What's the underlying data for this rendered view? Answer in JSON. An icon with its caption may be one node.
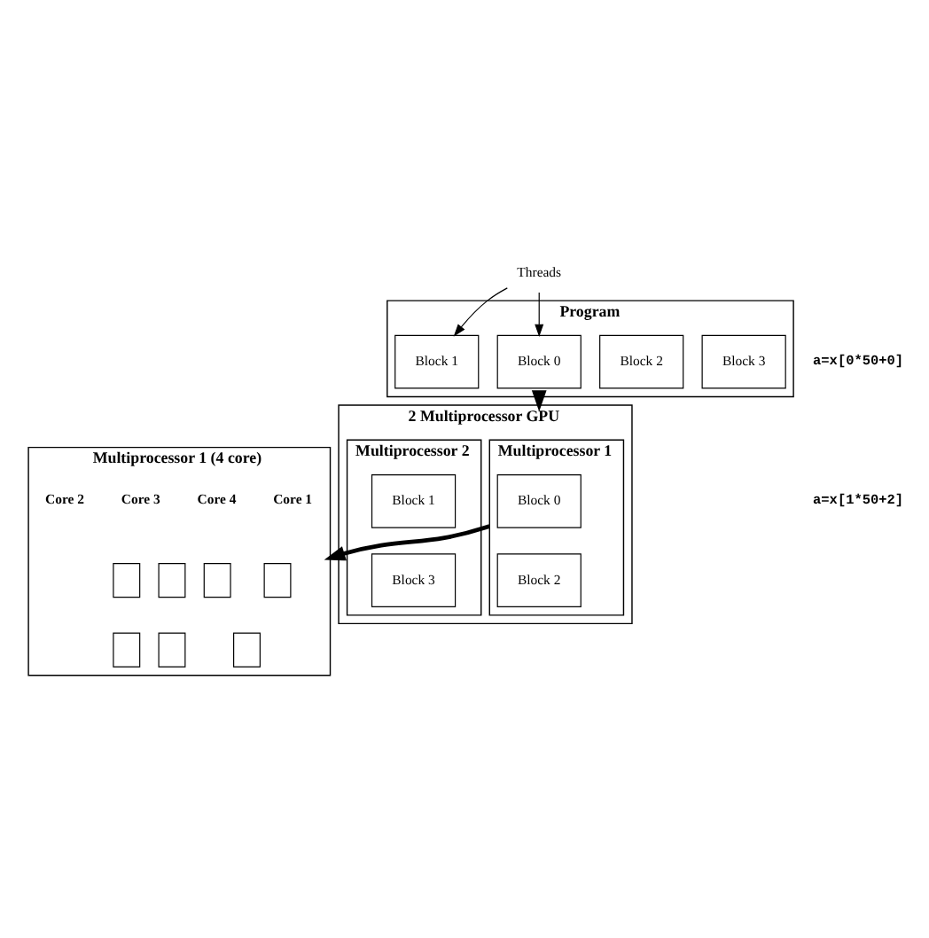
{
  "diagram": {
    "nodes": [
      {
        "text": [
          "Program"
        ]
      },
      {
        "text": [
          "Block 0"
        ],
        "in": 0
      },
      {
        "text": [
          "Block 1"
        ],
        "in": 0
      },
      {
        "text": [
          "Block 2"
        ],
        "in": 0
      },
      {
        "text": [
          "Block 3"
        ],
        "in": 0
      },
      {
        "text": [
          "2 Multiprocessor GPU"
        ]
      },
      {
        "text": [
          "Multiprocessor 1"
        ],
        "in": 5
      },
      {
        "text": [
          "Block 0"
        ],
        "in": 6
      },
      {
        "text": [
          "Block 2"
        ],
        "in": 6
      },
      {
        "text": [
          "Multiprocessor 2"
        ],
        "in": 5
      },
      {
        "text": [
          "Block 1"
        ],
        "in": 9
      },
      {
        "text": [
          "Block 3"
        ],
        "in": 9
      },
      {
        "text": [
          "Multiprocessor 1 (4 core)"
        ]
      },
      {
        "text": [],
        "shape": "box",
        "in": 12
      },
      {
        "text": [],
        "shape": "box",
        "in": 12
      },
      {
        "text": [],
        "shape": "box",
        "in": 12
      },
      {
        "text": [],
        "shape": "box",
        "in": 12
      },
      {
        "text": [],
        "shape": "box",
        "in": 12
      },
      {
        "text": [],
        "shape": "box",
        "in": 12
      },
      {
        "text": [],
        "shape": "box",
        "in": 12
      },
      {
        "text": [
          "Threads"
        ]
      }
    ],
    "edges": [
      {
        "from": 20,
        "to": 1,
        "arrow": "to"
      },
      {
        "from": 20,
        "to": 2,
        "arrow": "to"
      },
      {
        "from": 0,
        "to": 5,
        "arrow": "to",
        "style": "thick"
      },
      {
        "from": 6,
        "to": 12,
        "arrow": "to",
        "style": "thick"
      }
    ],
    "labels": [
      "a=x[0*50+0]",
      "a=x[1*50+2]",
      "Core 1",
      "Core 2",
      "Core 3",
      "Core 4"
    ]
  }
}
